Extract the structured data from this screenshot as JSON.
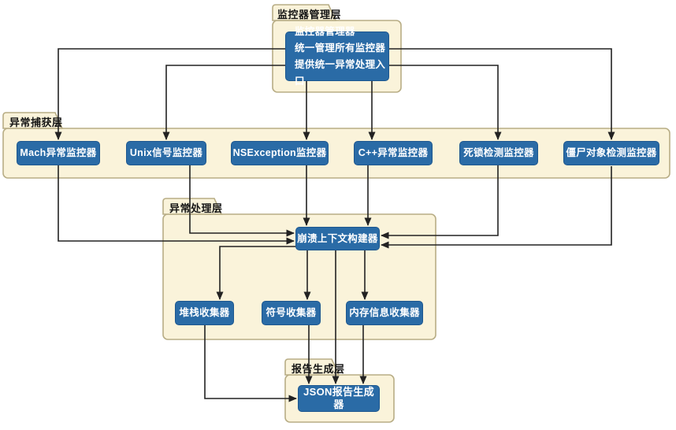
{
  "diagram": {
    "layers": {
      "manager": {
        "label": "监控器管理层",
        "node": {
          "line1": "监控器管理器",
          "line2": "统一管理所有监控器",
          "line3": "提供统一异常处理入口"
        }
      },
      "capture": {
        "label": "异常捕获层",
        "nodes": [
          "Mach异常监控器",
          "Unix信号监控器",
          "NSException监控器",
          "C++异常监控器",
          "死锁检测监控器",
          "僵尸对象检测监控器"
        ]
      },
      "processing": {
        "label": "异常处理层",
        "builder": "崩溃上下文构建器",
        "collectors": [
          "堆栈收集器",
          "符号收集器",
          "内存信息收集器"
        ]
      },
      "report": {
        "label": "报告生成层",
        "generator": "JSON报告生成器"
      }
    },
    "colors": {
      "node_fill": "#2a6ba6",
      "node_border": "#1d578f",
      "node_text": "#ffffff",
      "folder_fill": "#faf3da",
      "folder_border": "#b8ad85",
      "label_text": "#141414",
      "arrow": "#222222",
      "background": "#ffffff"
    }
  }
}
